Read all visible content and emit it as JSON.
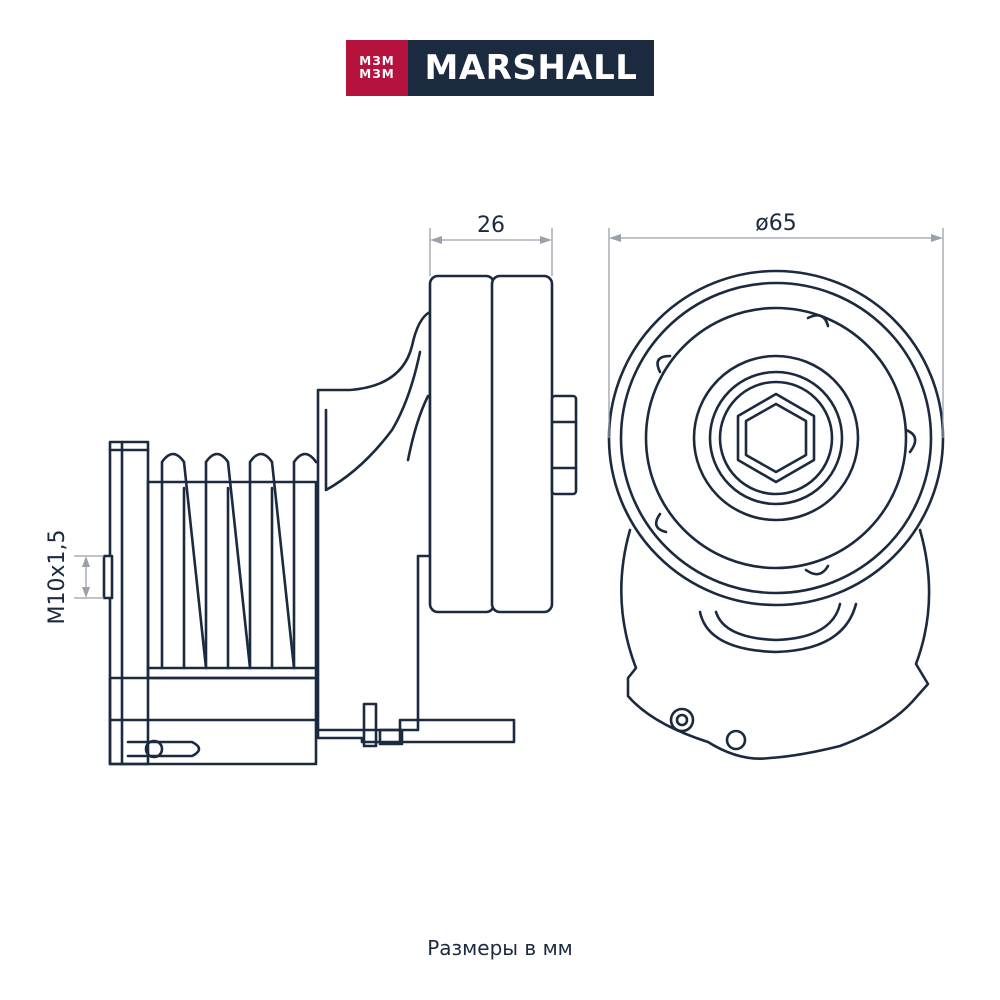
{
  "brand": {
    "mark_lines": [
      "MЗM",
      "MЗM"
    ],
    "name": "MARSHALL",
    "colors": {
      "mark": "#b5123d",
      "name_bg": "#1b2a3f",
      "line": "#1b2a3f",
      "dimension": "#9aa1aa"
    }
  },
  "dimensions": {
    "width": "26",
    "diameter": "ø65",
    "thread": "M10x1,5"
  },
  "caption": "Размеры в мм"
}
